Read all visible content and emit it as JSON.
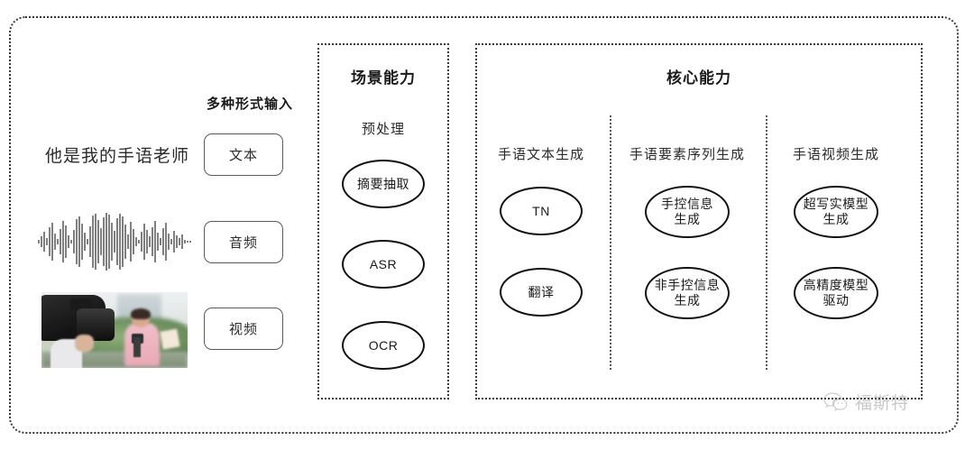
{
  "diagram": {
    "title_hidden": "手语生成能力架构图",
    "input_section": {
      "heading": "多种形式输入",
      "sample_sentence": "他是我的手语老师",
      "chips": [
        {
          "label": "文本",
          "icon": "text-icon"
        },
        {
          "label": "音频",
          "icon": "waveform-icon"
        },
        {
          "label": "视频",
          "icon": "video-thumbnail-icon"
        }
      ]
    },
    "scene_panel": {
      "title": "场景能力",
      "subheading": "预处理",
      "nodes": [
        {
          "lines": [
            "摘要抽取"
          ]
        },
        {
          "lines": [
            "ASR"
          ]
        },
        {
          "lines": [
            "OCR"
          ]
        }
      ]
    },
    "core_panel": {
      "title": "核心能力",
      "columns": [
        {
          "heading": "手语文本生成",
          "nodes": [
            {
              "lines": [
                "TN"
              ]
            },
            {
              "lines": [
                "翻译"
              ]
            }
          ]
        },
        {
          "heading": "手语要素序列生成",
          "nodes": [
            {
              "lines": [
                "手控信息",
                "生成"
              ]
            },
            {
              "lines": [
                "非手控信息",
                "生成"
              ]
            }
          ]
        },
        {
          "heading": "手语视频生成",
          "nodes": [
            {
              "lines": [
                "超写实模型",
                "生成"
              ]
            },
            {
              "lines": [
                "高精度模型",
                "驱动"
              ]
            }
          ]
        }
      ]
    },
    "watermark": {
      "text": "福斯特",
      "icon": "wechat-icon"
    },
    "colors": {
      "background": "#ffffff",
      "border": "#3a3a3a",
      "node_stroke": "#111111",
      "chip_stroke": "#5a5a5a",
      "text": "#1f1f1f",
      "watermark": "#7d7d7d"
    }
  }
}
